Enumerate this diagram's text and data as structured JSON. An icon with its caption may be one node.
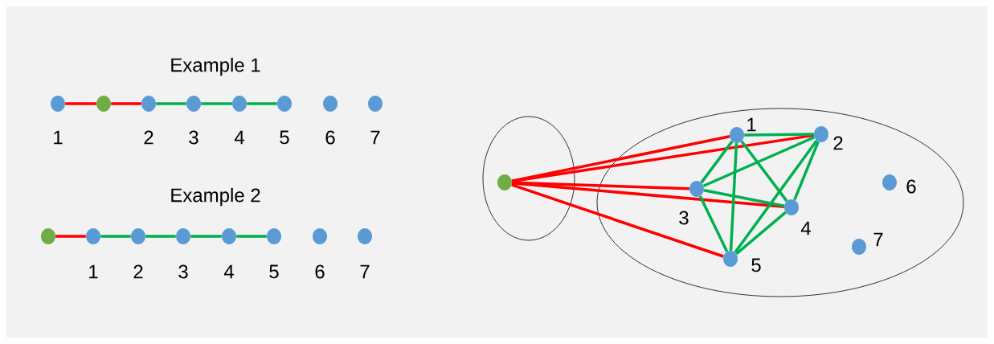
{
  "diagram": {
    "nodes": [
      {
        "text": [],
        "shape": "circle",
        "beside": [
          "1"
        ]
      },
      {
        "text": [],
        "shape": "circle"
      },
      {
        "text": [],
        "shape": "circle",
        "beside": [
          "2"
        ]
      },
      {
        "text": [],
        "shape": "circle",
        "beside": [
          "3"
        ]
      },
      {
        "text": [],
        "shape": "circle",
        "beside": [
          "4"
        ]
      },
      {
        "text": [],
        "shape": "circle",
        "beside": [
          "5"
        ]
      },
      {
        "text": [],
        "shape": "circle",
        "beside": [
          "6"
        ]
      },
      {
        "text": [],
        "shape": "circle",
        "beside": [
          "7"
        ]
      },
      {
        "text": [],
        "shape": "circle"
      },
      {
        "text": [],
        "shape": "circle",
        "beside": [
          "1"
        ]
      },
      {
        "text": [],
        "shape": "circle",
        "beside": [
          "2"
        ]
      },
      {
        "text": [],
        "shape": "circle",
        "beside": [
          "3"
        ]
      },
      {
        "text": [],
        "shape": "circle",
        "beside": [
          "4"
        ]
      },
      {
        "text": [],
        "shape": "circle",
        "beside": [
          "5"
        ]
      },
      {
        "text": [],
        "shape": "circle",
        "beside": [
          "6"
        ]
      },
      {
        "text": [],
        "shape": "circle",
        "beside": [
          "7"
        ]
      },
      {
        "text": [],
        "shape": "ellipse"
      },
      {
        "text": [],
        "shape": "ellipse"
      },
      {
        "text": [],
        "shape": "circle",
        "in": 16
      },
      {
        "text": [],
        "shape": "circle",
        "in": 17,
        "beside": [
          "1"
        ]
      },
      {
        "text": [],
        "shape": "circle",
        "in": 17,
        "beside": [
          "2"
        ]
      },
      {
        "text": [],
        "shape": "circle",
        "in": 17,
        "beside": [
          "3"
        ]
      },
      {
        "text": [],
        "shape": "circle",
        "in": 17,
        "beside": [
          "4"
        ]
      },
      {
        "text": [],
        "shape": "circle",
        "in": 17,
        "beside": [
          "5"
        ]
      },
      {
        "text": [],
        "shape": "circle",
        "in": 17,
        "beside": [
          "6"
        ]
      },
      {
        "text": [],
        "shape": "circle",
        "in": 17,
        "beside": [
          "7"
        ]
      }
    ],
    "edges": [
      {
        "from": 0,
        "to": 1,
        "arrow": "none",
        "color": "#ff0000"
      },
      {
        "from": 1,
        "to": 2,
        "arrow": "none",
        "color": "#ff0000"
      },
      {
        "from": 2,
        "to": 3,
        "arrow": "none"
      },
      {
        "from": 3,
        "to": 4,
        "arrow": "none"
      },
      {
        "from": 4,
        "to": 5,
        "arrow": "none"
      },
      {
        "from": 8,
        "to": 9,
        "arrow": "none",
        "color": "#ff0000"
      },
      {
        "from": 9,
        "to": 10,
        "arrow": "none"
      },
      {
        "from": 10,
        "to": 11,
        "arrow": "none"
      },
      {
        "from": 11,
        "to": 12,
        "arrow": "none"
      },
      {
        "from": 12,
        "to": 13,
        "arrow": "none"
      },
      {
        "from": 18,
        "to": 19,
        "arrow": "none",
        "color": "#ff0000"
      },
      {
        "from": 18,
        "to": 20,
        "arrow": "none",
        "color": "#ff0000"
      },
      {
        "from": 18,
        "to": 21,
        "arrow": "none",
        "color": "#ff0000"
      },
      {
        "from": 18,
        "to": 22,
        "arrow": "none",
        "color": "#ff0000"
      },
      {
        "from": 18,
        "to": 23,
        "arrow": "none",
        "color": "#ff0000"
      },
      {
        "from": 19,
        "to": 20,
        "arrow": "none"
      },
      {
        "from": 19,
        "to": 21,
        "arrow": "none"
      },
      {
        "from": 19,
        "to": 22,
        "arrow": "none"
      },
      {
        "from": 19,
        "to": 23,
        "arrow": "none"
      },
      {
        "from": 20,
        "to": 21,
        "arrow": "none"
      },
      {
        "from": 20,
        "to": 22,
        "arrow": "none"
      },
      {
        "from": 20,
        "to": 23,
        "arrow": "none"
      },
      {
        "from": 21,
        "to": 22,
        "arrow": "none"
      },
      {
        "from": 21,
        "to": 23,
        "arrow": "none"
      },
      {
        "from": 22,
        "to": 23,
        "arrow": "none"
      }
    ],
    "labels": [
      "Example 1",
      "Example 2"
    ]
  }
}
